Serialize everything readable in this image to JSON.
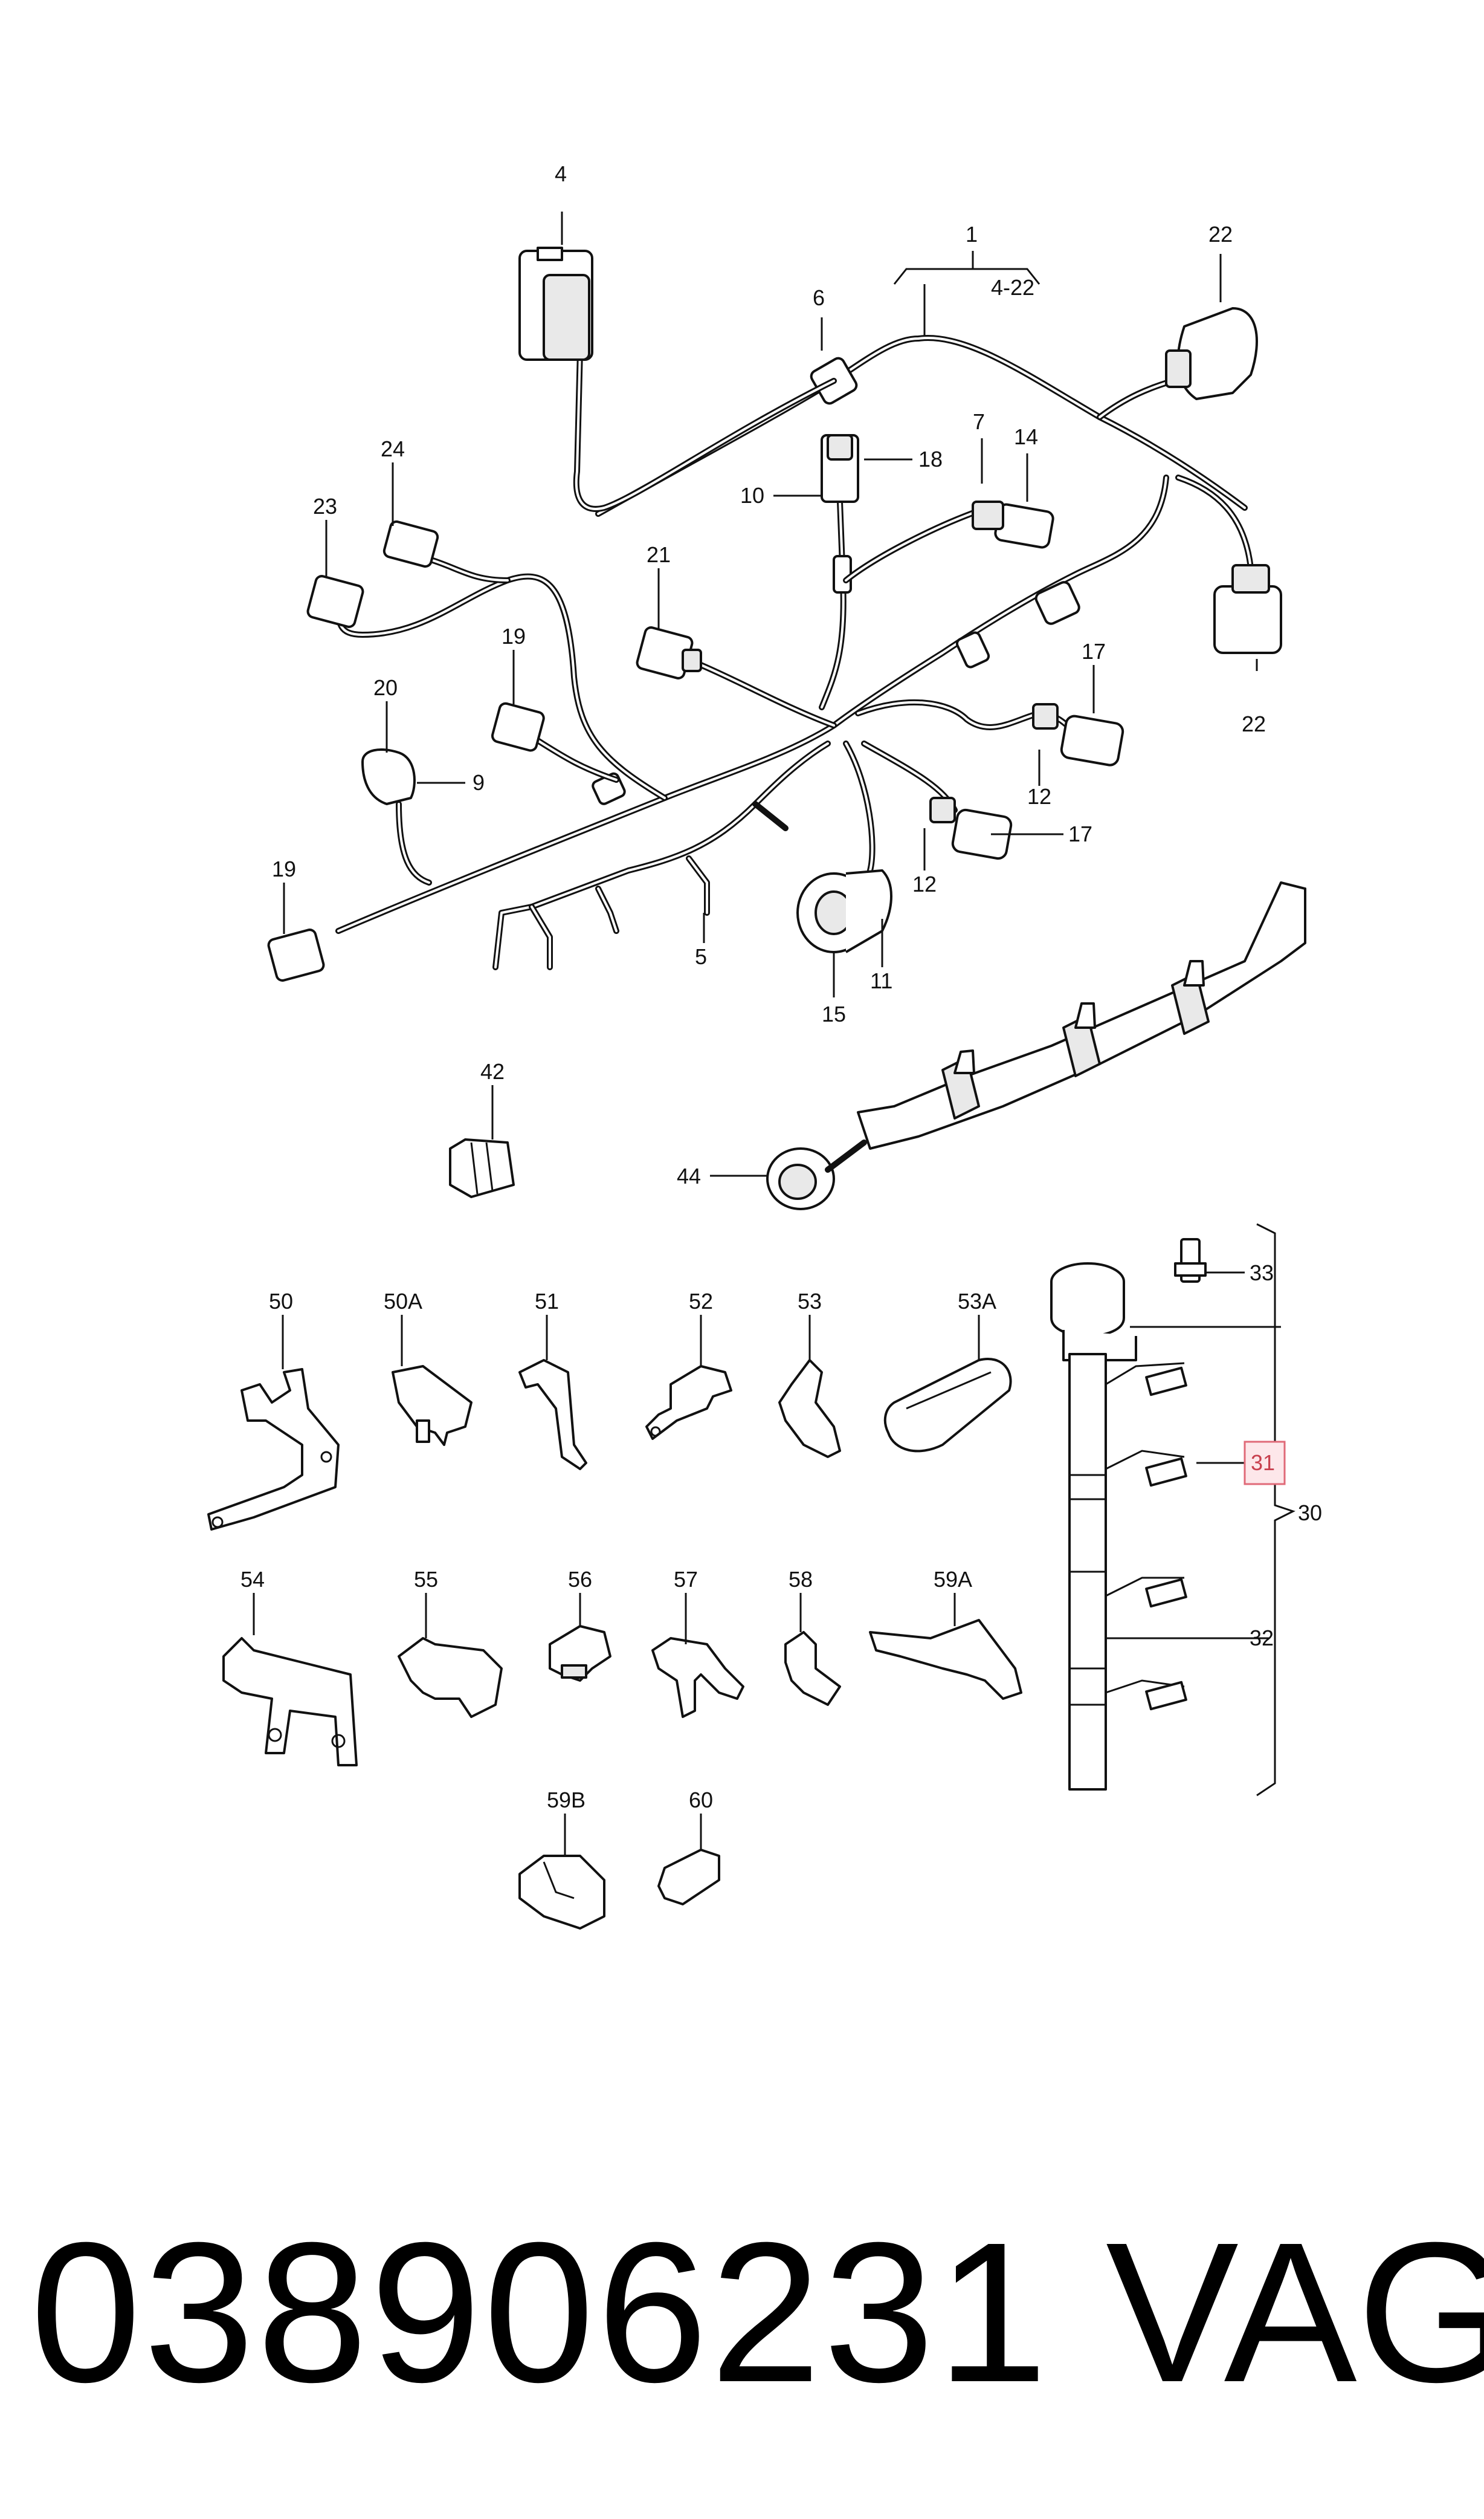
{
  "labels": {
    "l1": "1",
    "l4_22": "4-22",
    "l4": "4",
    "l6": "6",
    "l22a": "22",
    "l22b": "22",
    "l7": "7",
    "l14": "14",
    "l18": "18",
    "l10": "10",
    "l24": "24",
    "l23": "23",
    "l21": "21",
    "l19a": "19",
    "l17a": "17",
    "l17b": "17",
    "l20": "20",
    "l9": "9",
    "l12a": "12",
    "l12b": "12",
    "l19b": "19",
    "l5": "5",
    "l11": "11",
    "l15": "15",
    "l42": "42",
    "l44": "44",
    "l50": "50",
    "l50a": "50A",
    "l51": "51",
    "l52": "52",
    "l53": "53",
    "l53a": "53A",
    "l33": "33",
    "l31": "31",
    "l30": "30",
    "l32": "32",
    "l54": "54",
    "l55": "55",
    "l56": "56",
    "l57": "57",
    "l58": "58",
    "l59a": "59A",
    "l59b": "59B",
    "l60": "60"
  },
  "highlight": {
    "label": "31",
    "color": "#e06a78"
  },
  "caption": {
    "part_number": "038906231",
    "brand": "VAG"
  }
}
